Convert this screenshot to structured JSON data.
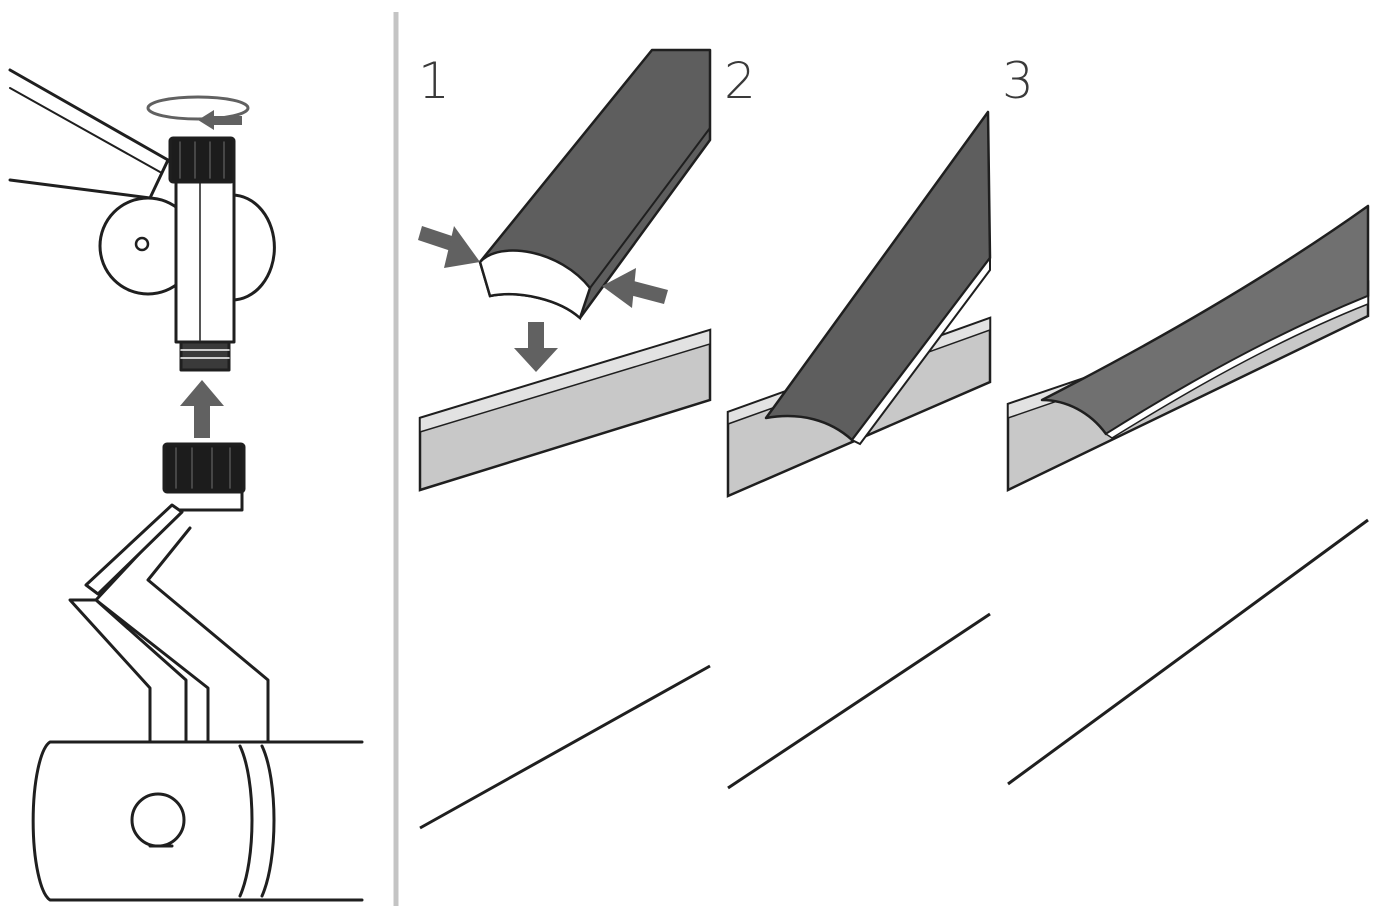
{
  "steps": [
    {
      "number": "1"
    },
    {
      "number": "2"
    },
    {
      "number": "3"
    }
  ],
  "colors": {
    "line": "#1f1f1f",
    "channel_dark": "#5e5e5e",
    "channel_mid": "#707070",
    "rail": "#c8c8c8",
    "rail_light": "#e2e2e2",
    "arrow": "#616161",
    "knob": "#1c1c1c",
    "divider": "#c4c4c4"
  },
  "icons": [
    "rotate-arrow-icon",
    "up-arrow-icon",
    "down-arrow-icon",
    "press-arrow-icon"
  ]
}
